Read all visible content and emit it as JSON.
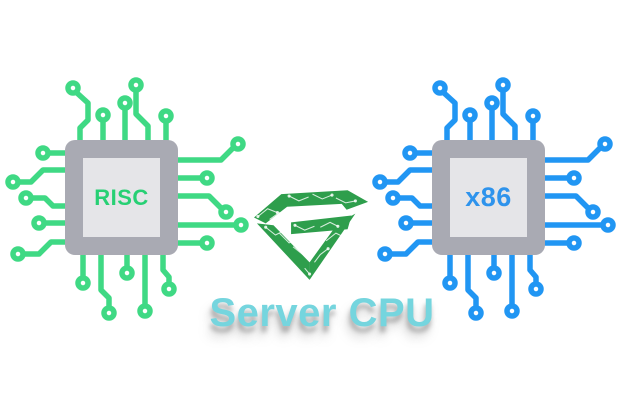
{
  "background_color": "#ffffff",
  "title": {
    "text": "Server CPU",
    "color": "#75d5de"
  },
  "chips": {
    "body_color": "#a9aab3",
    "die_color": "#e5e5e8",
    "left": {
      "label": "RISC",
      "trace_color": "#3fd984",
      "label_color": "#27d074",
      "icon": "cpu-chip-icon"
    },
    "right": {
      "label": "x86",
      "trace_color": "#2196f3",
      "label_color": "#2e93ec",
      "icon": "cpu-chip-icon"
    }
  },
  "logo": {
    "icon": "gem-g-circuit-logo-icon",
    "color": "#2e9e4c"
  }
}
